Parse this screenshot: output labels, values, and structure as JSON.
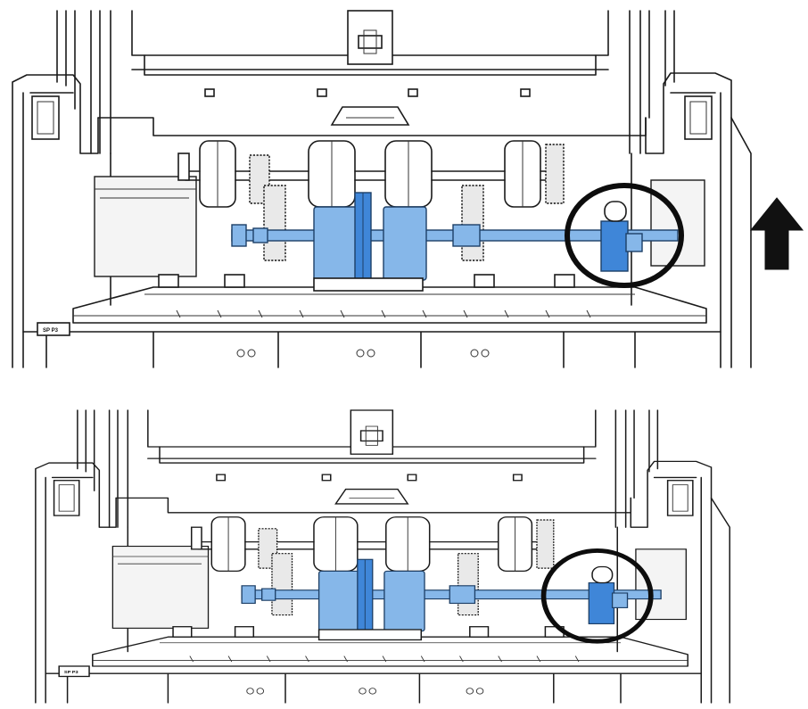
{
  "figure": {
    "panels": [
      {
        "id": "top",
        "label_text": "SP P3",
        "has_lift_arrow": true
      },
      {
        "id": "bottom",
        "label_text": "SP P3",
        "has_lift_arrow": false
      }
    ],
    "colors": {
      "highlight_blue": "#86b7e9",
      "highlight_blue_dark": "#3f86d8",
      "line": "#1a1a1a",
      "background": "#ffffff"
    },
    "icons": {
      "arrow": "arrow-up-icon",
      "callout": "highlight-circle"
    }
  }
}
